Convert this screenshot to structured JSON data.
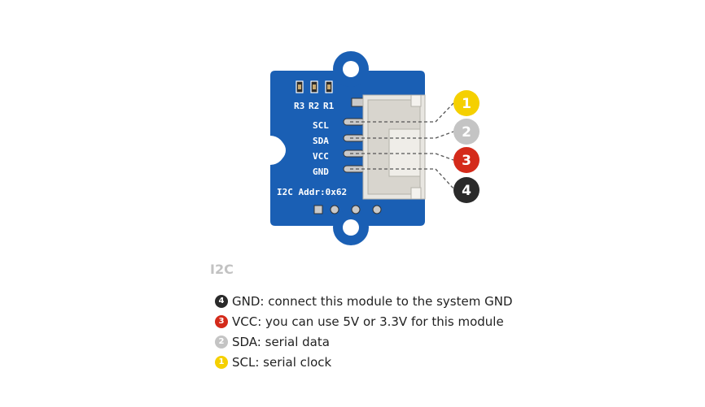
{
  "board": {
    "resistor_labels": [
      "R3",
      "R2",
      "R1"
    ],
    "pin_labels": [
      "SCL",
      "SDA",
      "VCC",
      "GND"
    ],
    "address_label": "I2C Addr:0x62",
    "colors": {
      "pcb": "#1a5fb4",
      "silk": "#ffffff",
      "connector": "#e8e6e1"
    }
  },
  "callouts": [
    {
      "number": "1",
      "color": "#f5d000",
      "text_color": "#ffffff",
      "pin": "SCL"
    },
    {
      "number": "2",
      "color": "#c4c4c4",
      "text_color": "#ffffff",
      "pin": "SDA"
    },
    {
      "number": "3",
      "color": "#d42a1a",
      "text_color": "#ffffff",
      "pin": "VCC"
    },
    {
      "number": "4",
      "color": "#2a2a2a",
      "text_color": "#ffffff",
      "pin": "GND"
    }
  ],
  "section_title": "I2C",
  "legend": [
    {
      "number": "4",
      "color": "#2a2a2a",
      "text": "GND: connect this module to the system GND"
    },
    {
      "number": "3",
      "color": "#d42a1a",
      "text": "VCC: you can use 5V or 3.3V for this module"
    },
    {
      "number": "2",
      "color": "#c4c4c4",
      "text": "SDA: serial data"
    },
    {
      "number": "1",
      "color": "#f5d000",
      "text": "SCL: serial clock"
    }
  ]
}
